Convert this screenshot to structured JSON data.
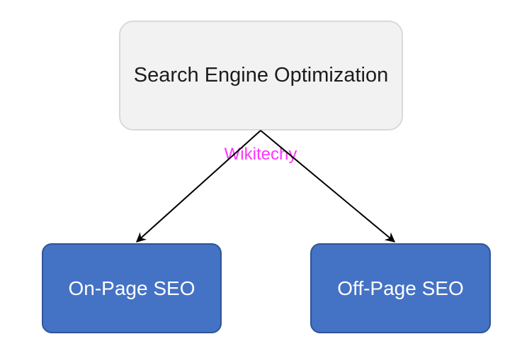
{
  "diagram": {
    "nodes": {
      "root": {
        "label": "Search Engine Optimization"
      },
      "left": {
        "label": "On-Page SEO"
      },
      "right": {
        "label": "Off-Page SEO"
      }
    },
    "edges": [
      {
        "from": "root",
        "to": "left"
      },
      {
        "from": "root",
        "to": "right"
      }
    ],
    "watermark": {
      "text": "Wikitechy",
      "color": "#FF33FF"
    },
    "colors": {
      "background": "#FFFFFF",
      "root_fill": "#F2F2F2",
      "root_border": "#D9D9D9",
      "root_text": "#1C1C1C",
      "child_fill": "#4472C4",
      "child_border": "#2F5597",
      "child_text": "#FFFFFF",
      "arrow": "#000000"
    }
  }
}
